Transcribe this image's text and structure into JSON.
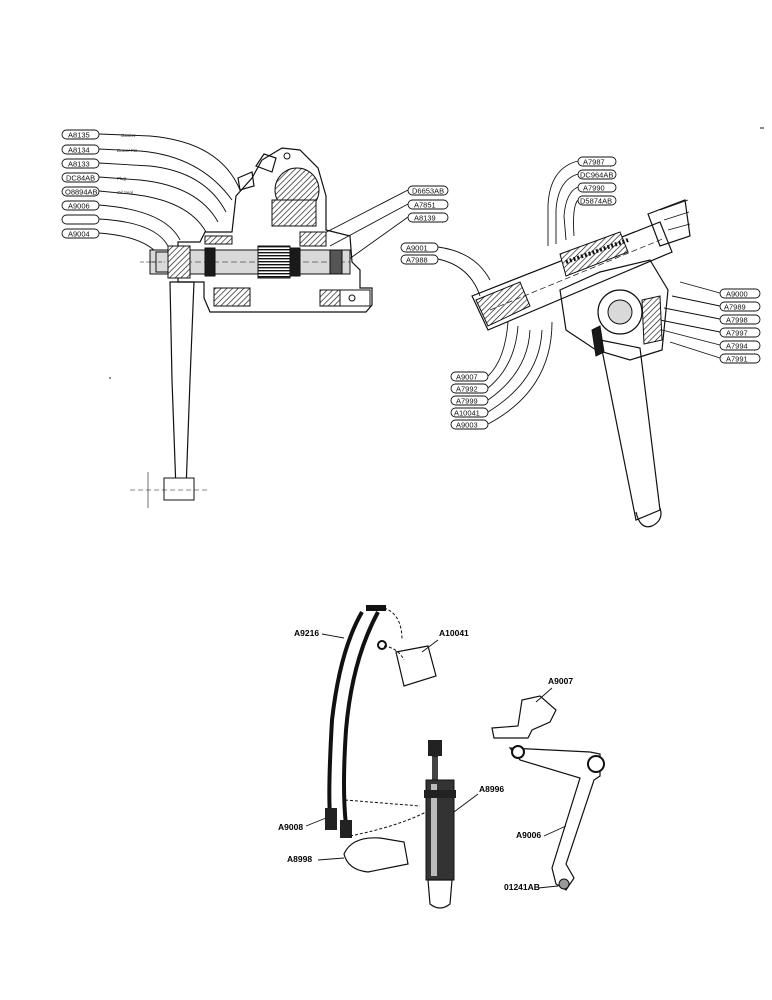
{
  "left_view": {
    "callouts": [
      {
        "text": "A8135",
        "note": "Gasket"
      },
      {
        "text": "A8134",
        "note": "Dowel Pin"
      },
      {
        "text": "A8133",
        "note": ""
      },
      {
        "text": "DC84AB",
        "note": "Plug"
      },
      {
        "text": "O8894AB",
        "note": "Oil Seal"
      },
      {
        "text": "A9006",
        "note": ""
      },
      {
        "text": "",
        "note": ""
      },
      {
        "text": "A9004",
        "note": ""
      }
    ],
    "right_callouts": [
      "D6653AB",
      "A7851",
      "A8139"
    ]
  },
  "right_view": {
    "top_callouts": [
      "A7987",
      "DC964AB",
      "A7990",
      "D5874AB"
    ],
    "left_callouts": [
      "A9001",
      "A7988"
    ],
    "right_callouts": [
      "A9000",
      "A7989",
      "A7998",
      "A7997",
      "A7994",
      "A7991"
    ],
    "bottom_callouts": [
      "A9007",
      "A7992",
      "A7999",
      "A10041",
      "A9003"
    ]
  },
  "bottom_view": {
    "labels": {
      "hose": "A9216",
      "valve": "A10041",
      "bracket_top": "A9007",
      "cylinder": "A8996",
      "pipe": "A9008",
      "bracket_bottom": "A8998",
      "arm": "A9006",
      "nut": "01241AB"
    }
  },
  "colors": {
    "ink": "#111111",
    "paper": "#ffffff"
  }
}
